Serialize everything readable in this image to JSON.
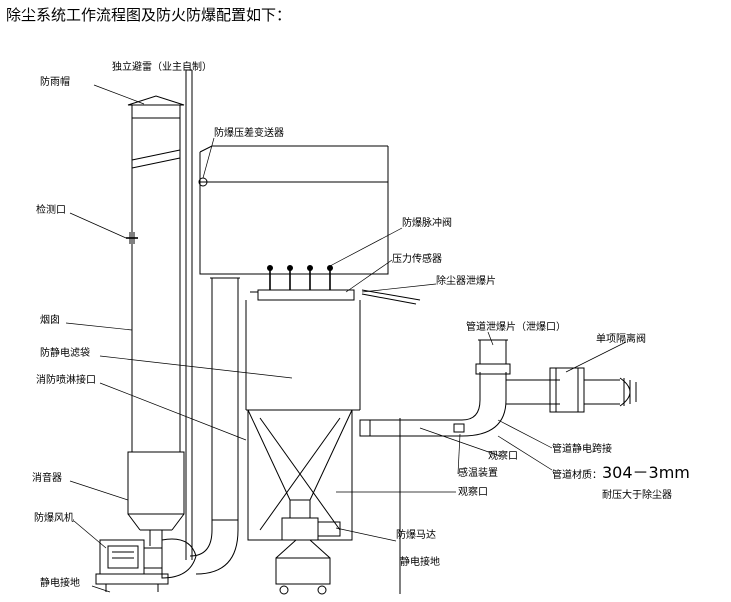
{
  "title": "除尘系统工作流程图及防火防爆配置如下：",
  "labels": {
    "lightning_rod": "独立避雷（业主自制）",
    "rain_cap": "防雨帽",
    "pressure_transmitter": "防爆压差变送器",
    "test_port": "检测口",
    "pulse_valve": "防爆脉冲阀",
    "pressure_sensor": "压力传感器",
    "explosion_vent": "除尘器泄爆片",
    "chimney": "烟囱",
    "duct_vent": "管道泄爆片（泄爆口）",
    "isolation_valve": "单项隔离阀",
    "antistatic_bag": "防静电滤袋",
    "sprinkler_port": "消防喷淋接口",
    "pipe_static_bridge": "管道静电跨接",
    "viewing_port_1": "观察口",
    "pipe_material_prefix": "管道材质：",
    "pipe_material_value": "304－3mm",
    "temp_device": "感温装置",
    "pressure_note": "耐压大于除尘器",
    "silencer": "消音器",
    "viewing_port_2": "观察口",
    "fan": "防爆风机",
    "motor": "防爆马达",
    "ground_left": "静电接地",
    "ground_right": "静电接地"
  }
}
